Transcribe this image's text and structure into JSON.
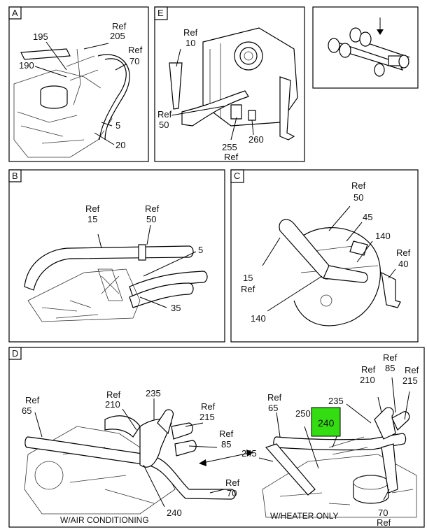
{
  "panels": {
    "A": {
      "letter": "A",
      "labels": [
        "195",
        "Ref",
        "205",
        "Ref",
        "70",
        "190",
        "5",
        "20"
      ]
    },
    "E": {
      "letter": "E",
      "labels": [
        "Ref",
        "10",
        "Ref",
        "50",
        "255",
        "Ref",
        "260"
      ]
    },
    "B": {
      "letter": "B",
      "labels": [
        "Ref",
        "15",
        "Ref",
        "50",
        "5",
        "35"
      ]
    },
    "C": {
      "letter": "C",
      "labels": [
        "Ref",
        "50",
        "45",
        "140",
        "Ref",
        "40",
        "15",
        "Ref",
        "140"
      ]
    },
    "D": {
      "letter": "D",
      "left_labels": [
        "Ref",
        "65",
        "Ref",
        "210",
        "235",
        "Ref",
        "215",
        "Ref",
        "85",
        "Ref",
        "70",
        "240"
      ],
      "right_labels": [
        "Ref",
        "65",
        "250",
        "240",
        "235",
        "Ref",
        "210",
        "Ref",
        "85",
        "Ref",
        "215",
        "245",
        "70",
        "Ref"
      ],
      "caption_left": "W/AIR CONDITIONING",
      "caption_right": "W/HEATER ONLY",
      "highlight_color": "#33dd11"
    }
  }
}
